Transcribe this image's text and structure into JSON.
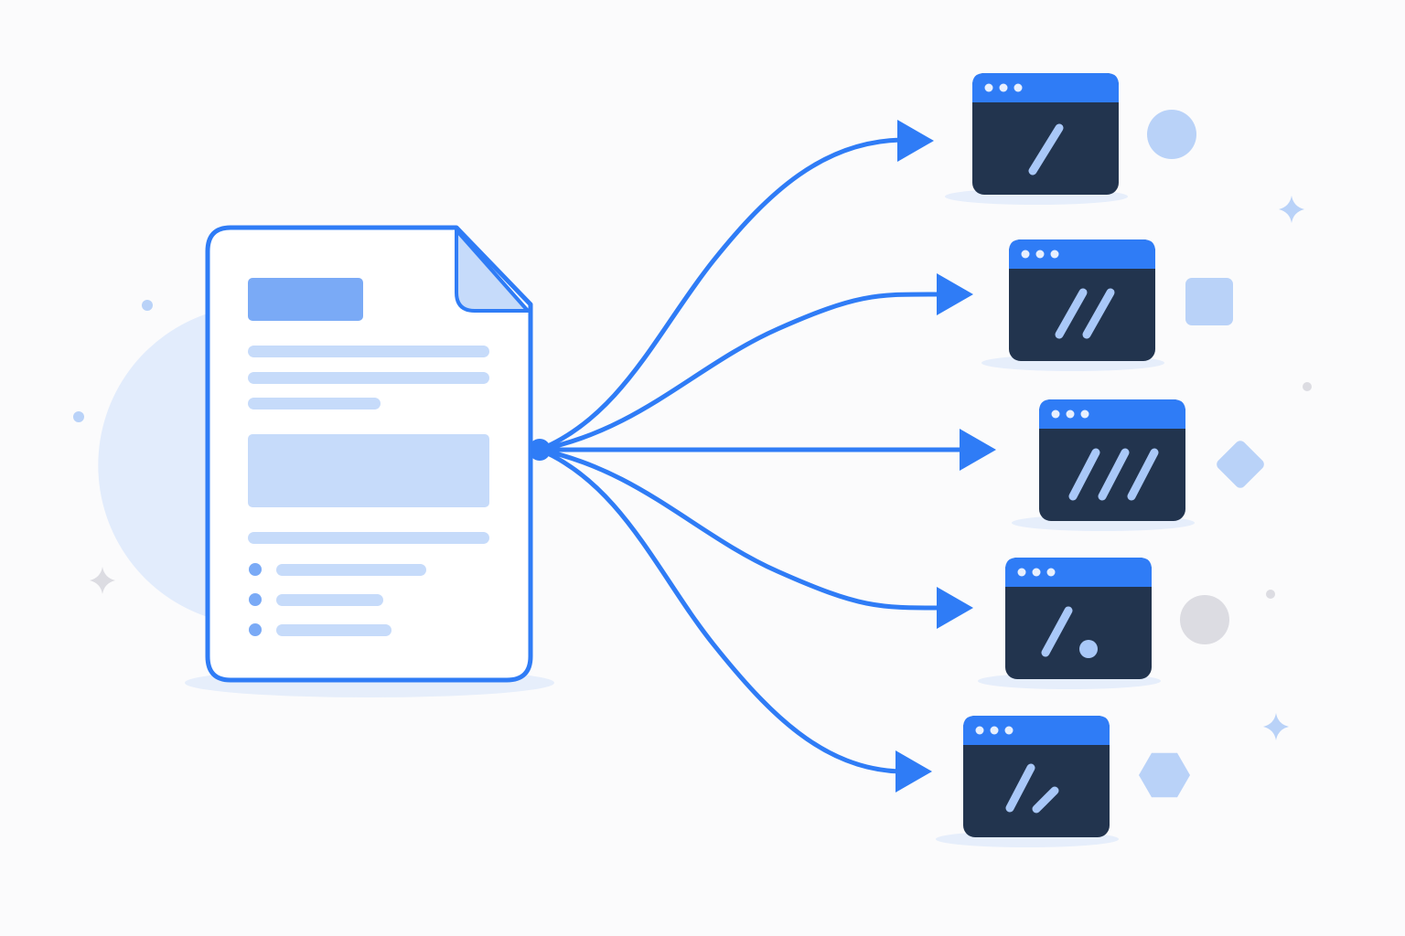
{
  "colors": {
    "background": "#fbfbfc",
    "accent": "#2f7cf6",
    "accent_light": "#7aaaf6",
    "accent_pale": "#c6dbfa",
    "document_fill": "#ffffff",
    "window_body": "#22344e",
    "window_dot": "#e8f0fe",
    "glyph": "#a9c8f8",
    "ornament_blue": "#b9d2f8",
    "ornament_gray": "#dcdce2",
    "shadow": "#e6eefb",
    "halo": "#e2ecfc"
  },
  "source": {
    "icon": "document-icon",
    "blocks": [
      "header-bar",
      "text-line",
      "text-line",
      "text-line-short",
      "image-block",
      "text-line",
      "bullet-item",
      "bullet-item",
      "bullet-item"
    ]
  },
  "targets": [
    {
      "icon": "code-window-icon",
      "glyph": "single-slash",
      "ornament": "circle"
    },
    {
      "icon": "code-window-icon",
      "glyph": "double-slash",
      "ornament": "rounded-square"
    },
    {
      "icon": "code-window-icon",
      "glyph": "triple-slash",
      "ornament": "diamond"
    },
    {
      "icon": "code-window-icon",
      "glyph": "slash-dot",
      "ornament": "circle-gray"
    },
    {
      "icon": "code-window-icon",
      "glyph": "slash-short-slash",
      "ornament": "hexagon"
    }
  ],
  "connector": {
    "type": "one-to-many",
    "count": 5,
    "arrowhead": "triangle"
  },
  "decorations": [
    "sparkle-icon",
    "sparkle-icon",
    "sparkle-icon",
    "dot",
    "dot",
    "dot",
    "dot"
  ]
}
